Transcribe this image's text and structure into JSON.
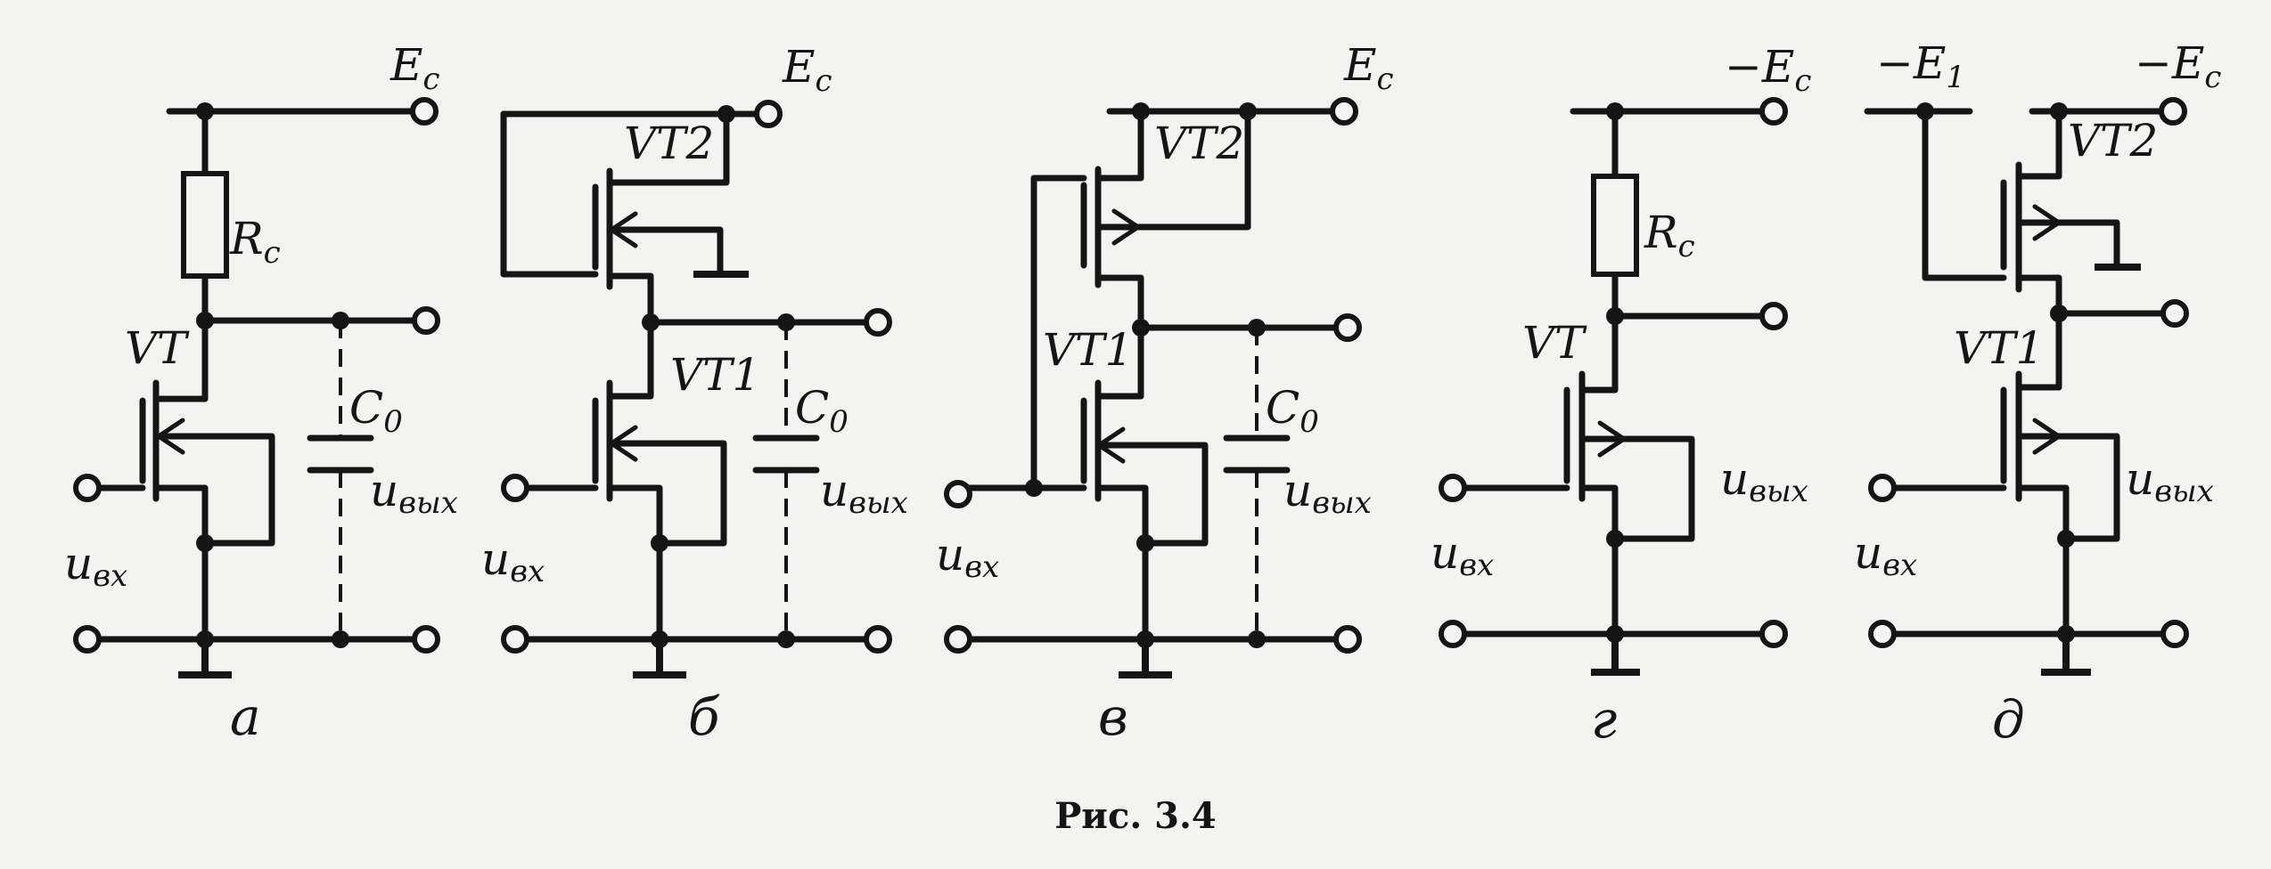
{
  "figure": {
    "caption": "Рис. 3.4",
    "panels": [
      {
        "sublabel": "а",
        "supply": "E",
        "supply_sub": "c",
        "resistor": "R",
        "resistor_sub": "c",
        "transistor": "VT",
        "capacitor": "C",
        "capacitor_sub": "0",
        "input": "u",
        "input_sub": "вх",
        "output": "u",
        "output_sub": "вых"
      },
      {
        "sublabel": "б",
        "supply": "E",
        "supply_sub": "c",
        "transistor_load": "VT2",
        "transistor_drive": "VT1",
        "capacitor": "C",
        "capacitor_sub": "0",
        "input": "u",
        "input_sub": "вх",
        "output": "u",
        "output_sub": "вых"
      },
      {
        "sublabel": "в",
        "supply": "E",
        "supply_sub": "c",
        "transistor_load": "VT2",
        "transistor_drive": "VT1",
        "capacitor": "C",
        "capacitor_sub": "0",
        "input": "u",
        "input_sub": "вх",
        "output": "u",
        "output_sub": "вых"
      },
      {
        "sublabel": "г",
        "supply": "−E",
        "supply_sub": "c",
        "resistor": "R",
        "resistor_sub": "c",
        "transistor": "VT",
        "input": "u",
        "input_sub": "вх",
        "output": "u",
        "output_sub": "вых"
      },
      {
        "sublabel": "д",
        "supply": "−E",
        "supply_sub": "c",
        "bias": "−E",
        "bias_sub": "1",
        "transistor_load": "VT2",
        "transistor_drive": "VT1",
        "input": "u",
        "input_sub": "вх",
        "output": "u",
        "output_sub": "вых"
      }
    ]
  }
}
